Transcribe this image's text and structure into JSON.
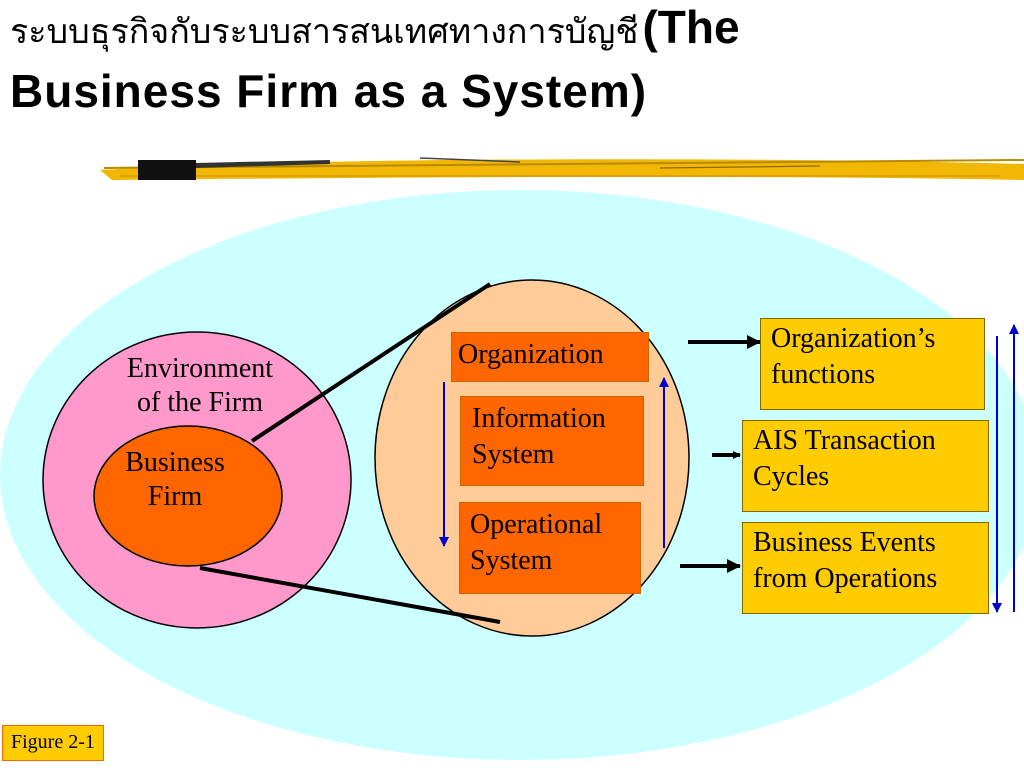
{
  "title": {
    "thai": "ระบบธุรกิจกับระบบสารสนเทศทางการบัญชี",
    "english_part1": "(The",
    "english_part2": "Business Firm as a System)"
  },
  "left_circle": {
    "environment_line1": "Environment",
    "environment_line2": "of the Firm",
    "firm_line1": "Business",
    "firm_line2": "Firm"
  },
  "middle_circle": {
    "organization": "Organization",
    "information_line1": "Information",
    "information_line2": "System",
    "operational_line1": "Operational",
    "operational_line2": "System"
  },
  "right_boxes": {
    "functions_line1": "Organization’s",
    "functions_line2": "functions",
    "ais_line1": "AIS Transaction",
    "ais_line2": "Cycles",
    "events_line1": "Business Events",
    "events_line2": "from Operations"
  },
  "figure_label": "Figure 2-1",
  "colors": {
    "background_ellipse": "#ccffff",
    "environment_circle": "#ff99cc",
    "firm_ellipse": "#ff6600",
    "system_circle": "#ffcc99",
    "orange_box": "#ff6600",
    "gold_box": "#ffcc00",
    "arrow_blue": "#0000cc",
    "brush_stroke": "#f2b705"
  }
}
